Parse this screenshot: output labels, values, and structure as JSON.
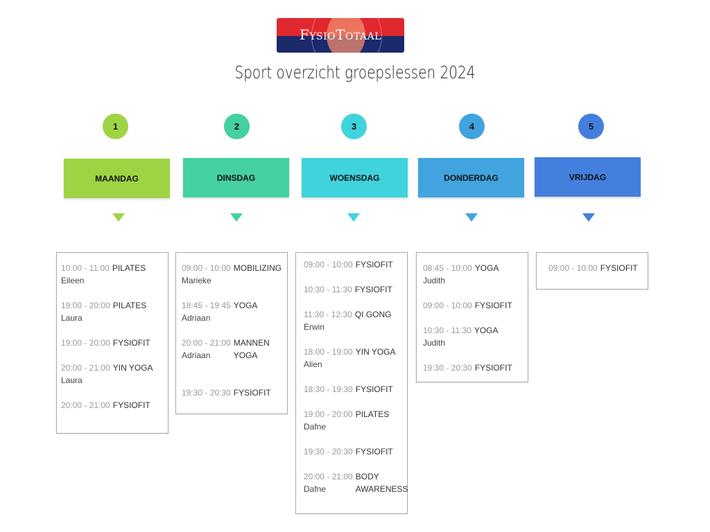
{
  "logo": {
    "text": "FysioTotaal"
  },
  "title": "Sport overzicht groepslessen 2024",
  "days": [
    {
      "num": "1",
      "label": "MAANDAG",
      "color": "#9ed443",
      "entries": [
        {
          "time": "10:00 - 11:00",
          "cls": "PILATES",
          "name": "Eileen"
        },
        {
          "time": "19:00 - 20:00",
          "cls": "PILATES",
          "name": "Laura"
        },
        {
          "time": "19:00 - 20:00",
          "cls": "FYSIOFIT",
          "name": ""
        },
        {
          "time": "20:00 - 21:00",
          "cls": "YIN YOGA",
          "name": "Laura"
        },
        {
          "time": "20:00 - 21:00",
          "cls": "FYSIOFIT",
          "name": ""
        }
      ]
    },
    {
      "num": "2",
      "label": "DINSDAG",
      "color": "#44d0a0",
      "entries": [
        {
          "time": "09:00 - 10:00",
          "cls": "MOBILIZING",
          "name": "Marieke"
        },
        {
          "time": "18:45 - 19:45",
          "cls": "YOGA",
          "name": "Adriaan"
        },
        {
          "time": "20:00 - 21:00",
          "cls": "MANNEN YOGA",
          "name": "Adriaan"
        },
        {
          "time": "19:30 - 20:30",
          "cls": "FYSIOFIT",
          "name": ""
        }
      ]
    },
    {
      "num": "3",
      "label": "WOENSDAG",
      "color": "#3fd3dc",
      "entries": [
        {
          "time": "09:00 - 10:00",
          "cls": "FYSIOFIT",
          "name": ""
        },
        {
          "time": "10:30 - 11:30",
          "cls": "FYSIOFIT",
          "name": ""
        },
        {
          "time": "11:30 - 12:30",
          "cls": "QI GONG",
          "name": "Erwin"
        },
        {
          "time": "18:00 - 19:00",
          "cls": "YIN YOGA",
          "name": "Alien"
        },
        {
          "time": "18:30 - 19:30",
          "cls": "FYSIOFIT",
          "name": ""
        },
        {
          "time": "19:00 - 20:00",
          "cls": "PILATES",
          "name": "Dafne"
        },
        {
          "time": "19:30 - 20:30",
          "cls": "FYSIOFIT",
          "name": ""
        },
        {
          "time": "20:00 - 21:00",
          "cls": "BODY AWARENESS",
          "name": "Dafne"
        }
      ]
    },
    {
      "num": "4",
      "label": "DONDERDAG",
      "color": "#41a4df",
      "entries": [
        {
          "time": "08:45 - 10:00",
          "cls": "YOGA",
          "name": "Judith"
        },
        {
          "time": "09:00 - 10:00",
          "cls": "FYSIOFIT",
          "name": ""
        },
        {
          "time": "10:30 - 11:30",
          "cls": "YOGA",
          "name": "Judith"
        },
        {
          "time": "19:30 - 20:30",
          "cls": "FYSIOFIT",
          "name": ""
        }
      ]
    },
    {
      "num": "5",
      "label": "VRIJDAG",
      "color": "#437fdc",
      "entries": [
        {
          "time": "09:00 - 10:00",
          "cls": "FYSIOFIT",
          "name": ""
        }
      ]
    }
  ]
}
